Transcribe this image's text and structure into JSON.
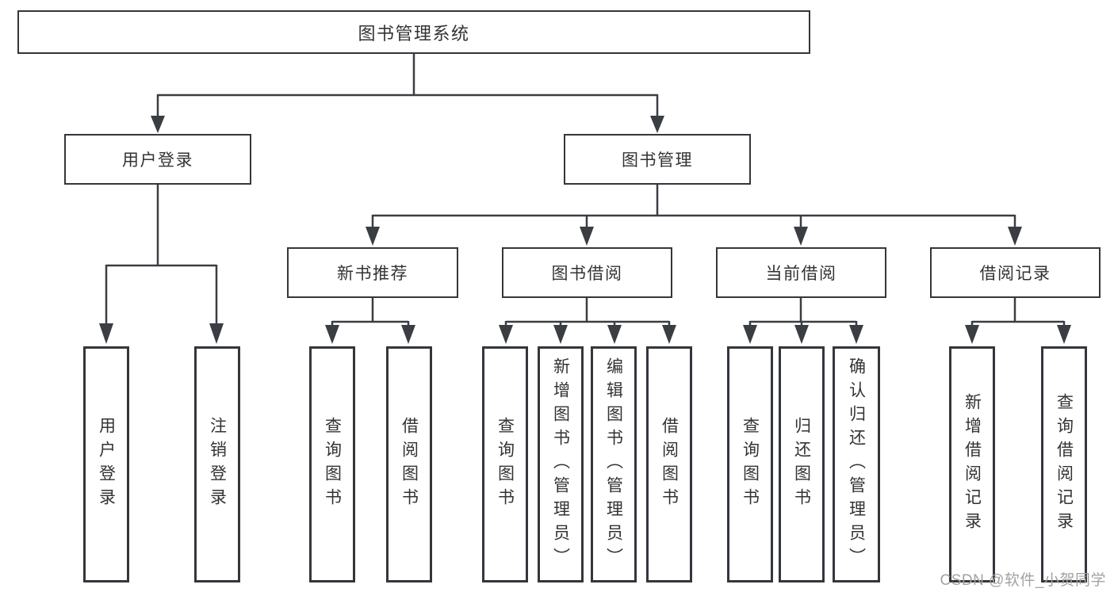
{
  "diagram": {
    "root": {
      "label": "图书管理系统"
    },
    "level2": [
      {
        "label": "用户登录"
      },
      {
        "label": "图书管理"
      }
    ],
    "level3": [
      {
        "label": "新书推荐"
      },
      {
        "label": "图书借阅"
      },
      {
        "label": "当前借阅"
      },
      {
        "label": "借阅记录"
      }
    ],
    "leaves": [
      {
        "label": "用户登录"
      },
      {
        "label": "注销登录"
      },
      {
        "label": "查询图书"
      },
      {
        "label": "借阅图书"
      },
      {
        "label": "查询图书"
      },
      {
        "label": "新增图书（管理员）"
      },
      {
        "label": "编辑图书（管理员）"
      },
      {
        "label": "借阅图书"
      },
      {
        "label": "查询图书"
      },
      {
        "label": "归还图书"
      },
      {
        "label": "确认归还（管理员）"
      },
      {
        "label": "新增借阅记录"
      },
      {
        "label": "查询借阅记录"
      }
    ]
  },
  "watermark": "CSDN @软件_小贺同学",
  "colors": {
    "line": "#3a3d42",
    "box_border": "#33363b",
    "text": "#333333",
    "watermark": "#a2a2a2",
    "background": "#ffffff"
  }
}
